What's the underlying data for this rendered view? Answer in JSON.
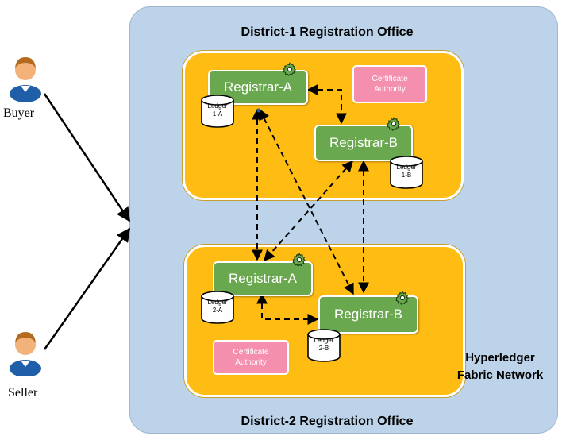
{
  "actors": {
    "buyer": "Buyer",
    "seller": "Seller"
  },
  "district1": {
    "title": "District-1 Registration Office",
    "registrar_a": "Registrar-A",
    "registrar_b": "Registrar-B",
    "certificate_authority": "Certificate Authority",
    "ledger_1a": "Ledger 1-A",
    "ledger_1b": "Ledger 1-B"
  },
  "district2": {
    "title": "District-2 Registration Office",
    "registrar_a": "Registrar-A",
    "registrar_b": "Registrar-B",
    "certificate_authority": "Certificate Authority",
    "ledger_2a": "Ledger 2-A",
    "ledger_2b": "Ledger 2-B"
  },
  "network_label": "Hyperledger Fabric Network",
  "colors": {
    "network_bg": "#bcd3ea",
    "office_bg": "#ffbd14",
    "registrar": "#6aa84f",
    "certificate_authority": "#f48fae",
    "person": "#1f5fa8"
  },
  "icons": {
    "actor": "person-icon",
    "ledger": "database-icon",
    "registrar_badge": "gear-icon"
  }
}
